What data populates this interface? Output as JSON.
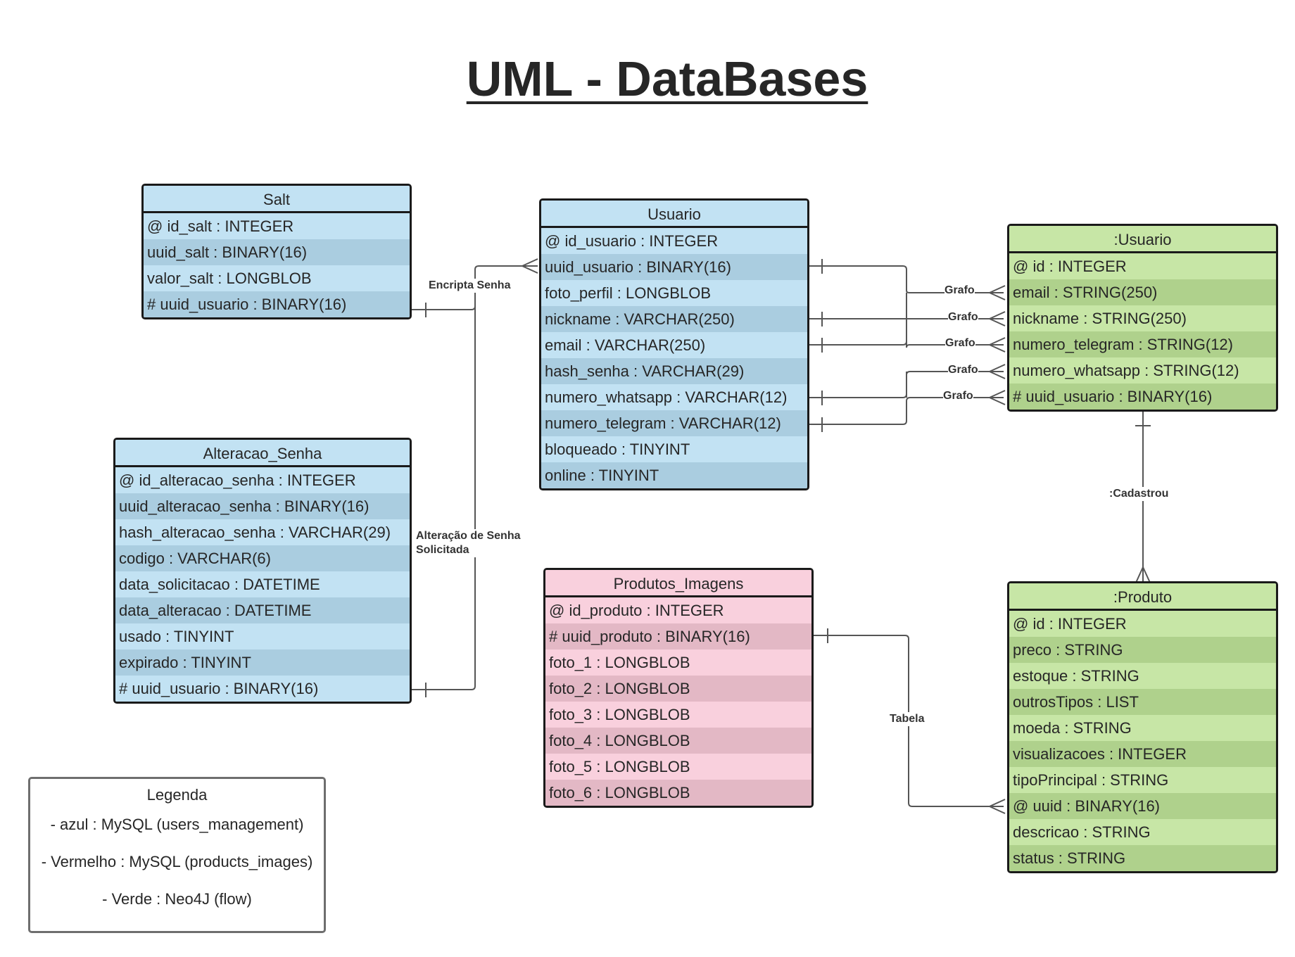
{
  "title": "UML - DataBases",
  "colors": {
    "mysql_users": "#c2e2f3",
    "mysql_products": "#f9d0dd",
    "neo4j": "#c7e6a6",
    "line": "#555555"
  },
  "entities": {
    "salt": {
      "name": "Salt",
      "fields": [
        "@ id_salt : INTEGER",
        "uuid_salt : BINARY(16)",
        "valor_salt : LONGBLOB",
        "# uuid_usuario : BINARY(16)"
      ]
    },
    "usuario": {
      "name": "Usuario",
      "fields": [
        "@ id_usuario : INTEGER",
        "uuid_usuario : BINARY(16)",
        "foto_perfil : LONGBLOB",
        "nickname : VARCHAR(250)",
        "email : VARCHAR(250)",
        "hash_senha : VARCHAR(29)",
        "numero_whatsapp : VARCHAR(12)",
        "numero_telegram : VARCHAR(12)",
        "bloqueado : TINYINT",
        "online : TINYINT"
      ]
    },
    "alteracao_senha": {
      "name": "Alteracao_Senha",
      "fields": [
        "@ id_alteracao_senha : INTEGER",
        "uuid_alteracao_senha : BINARY(16)",
        "hash_alteracao_senha : VARCHAR(29)",
        "codigo : VARCHAR(6)",
        "data_solicitacao : DATETIME",
        "data_alteracao : DATETIME",
        "usado : TINYINT",
        "expirado : TINYINT",
        "# uuid_usuario : BINARY(16)"
      ]
    },
    "produtos_imagens": {
      "name": "Produtos_Imagens",
      "fields": [
        "@ id_produto : INTEGER",
        "# uuid_produto : BINARY(16)",
        "foto_1 : LONGBLOB",
        "foto_2 : LONGBLOB",
        "foto_3 : LONGBLOB",
        "foto_4 : LONGBLOB",
        "foto_5 : LONGBLOB",
        "foto_6 : LONGBLOB"
      ]
    },
    "neo_usuario": {
      "name": ":Usuario",
      "fields": [
        "@ id : INTEGER",
        "email : STRING(250)",
        "nickname : STRING(250)",
        "numero_telegram : STRING(12)",
        "numero_whatsapp : STRING(12)",
        "# uuid_usuario : BINARY(16)"
      ]
    },
    "neo_produto": {
      "name": ":Produto",
      "fields": [
        "@ id : INTEGER",
        "preco : STRING",
        "estoque : STRING",
        "outrosTipos : LIST",
        "moeda : STRING",
        "visualizacoes : INTEGER",
        "tipoPrincipal : STRING",
        "@ uuid : BINARY(16)",
        "descricao : STRING",
        "status : STRING"
      ]
    }
  },
  "relations": {
    "encripta_senha": "Encripta Senha",
    "alteracao_line1": "Alteração de Senha",
    "alteracao_line2": "Solicitada",
    "grafo": "Grafo",
    "cadastrou": ":Cadastrou",
    "tabela": "Tabela"
  },
  "legend": {
    "title": "Legenda",
    "items": [
      "- azul : MySQL (users_management)",
      "- Vermelho : MySQL (products_images)",
      "- Verde : Neo4J (flow)"
    ]
  }
}
